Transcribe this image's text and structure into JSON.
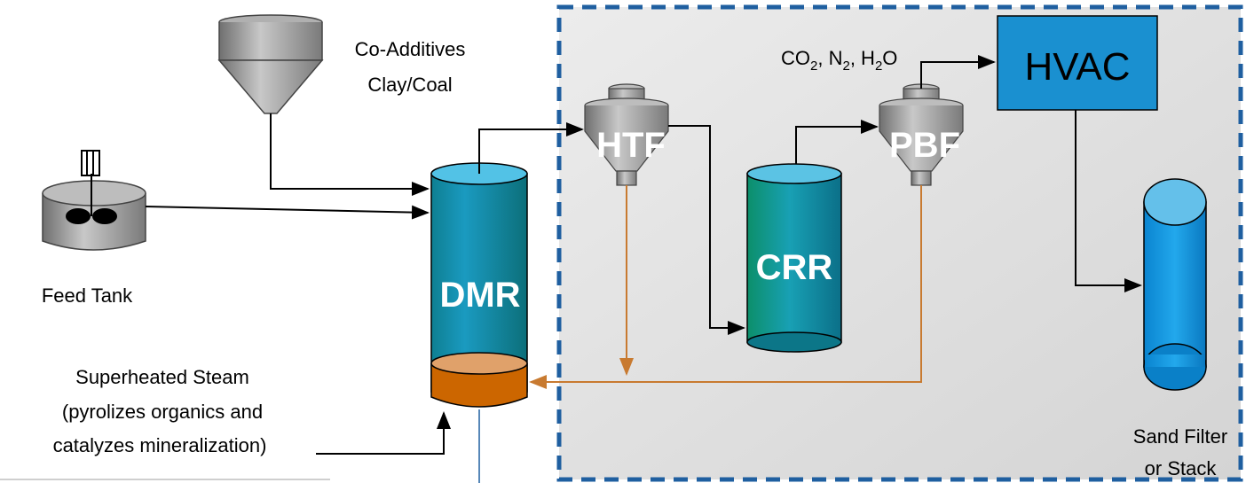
{
  "labels": {
    "co_additives": "Co-Additives",
    "clay_coal": "Clay/Coal",
    "feed_tank": "Feed Tank",
    "steam_line1": "Superheated Steam",
    "steam_line2": "(pyrolizes organics and",
    "steam_line3": "catalyzes mineralization)",
    "gases": {
      "co": "CO",
      "co_sub": "2",
      "n": ", N",
      "n_sub": "2",
      "h": ", H",
      "h_sub": "2",
      "o": "O"
    },
    "sand_filter_line1": "Sand Filter",
    "sand_filter_line2": "or Stack"
  },
  "units": {
    "dmr": "DMR",
    "htf": "HTF",
    "crr": "CRR",
    "pbf": "PBF",
    "hvac": "HVAC"
  },
  "colors": {
    "boundary_dash": "#1f5fa0",
    "reactor_blue": "#1f8fc4",
    "reactor_teal": "#1a7f7a",
    "hvac_fill": "#1a90d0",
    "sand_filter": "#1b9be0",
    "steam_orange": "#cc6600",
    "recycle_line": "#c87a30",
    "filter_steel": "#9a9a9a"
  }
}
